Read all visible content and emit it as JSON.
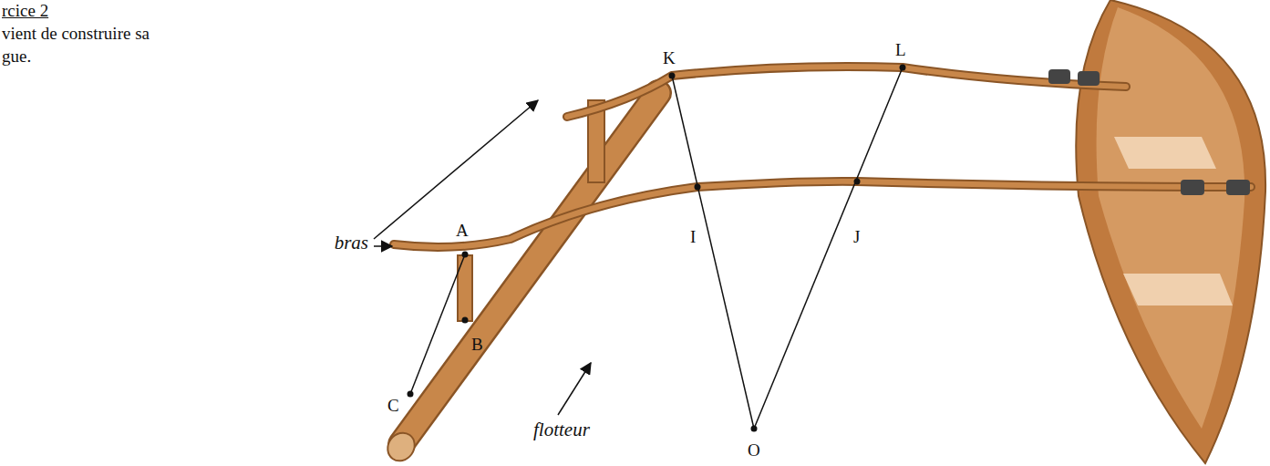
{
  "diagram": {
    "title": "rcice 2",
    "labels": [
      "vient de construire sa",
      "gue.",
      "K",
      "L",
      "A",
      "I",
      "J",
      "B",
      "C",
      "O",
      "bras",
      "flotteur"
    ]
  }
}
